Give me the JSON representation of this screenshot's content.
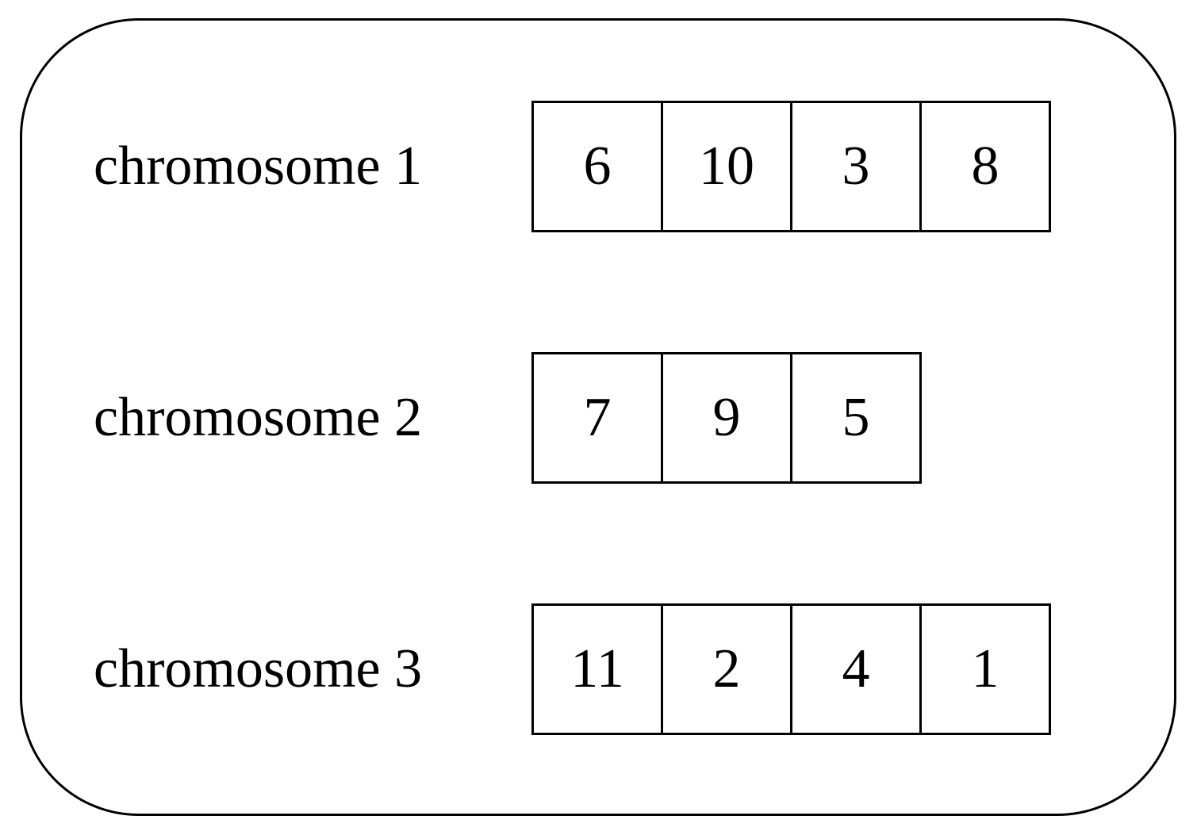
{
  "chromosomes": [
    {
      "label": "chromosome 1",
      "genes": [
        "6",
        "10",
        "3",
        "8"
      ]
    },
    {
      "label": "chromosome 2",
      "genes": [
        "7",
        "9",
        "5"
      ]
    },
    {
      "label": "chromosome 3",
      "genes": [
        "11",
        "2",
        "4",
        "1"
      ]
    }
  ]
}
